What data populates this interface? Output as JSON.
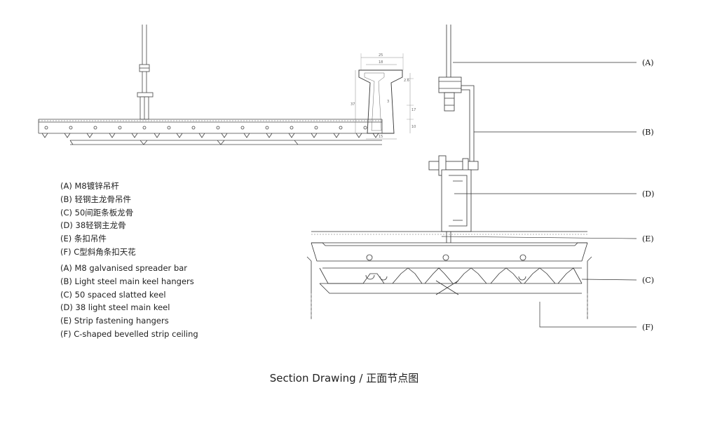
{
  "legend_cn": [
    {
      "code": "(A)",
      "text": "M8镀锌吊杆"
    },
    {
      "code": "(B)",
      "text": "轻钢主龙骨吊件"
    },
    {
      "code": "(C)",
      "text": "50间距条板龙骨"
    },
    {
      "code": "(D)",
      "text": "38轻钢主龙骨"
    },
    {
      "code": "(E)",
      "text": "条扣吊件"
    },
    {
      "code": "(F)",
      "text": "C型斜角条扣天花"
    }
  ],
  "legend_en": [
    {
      "code": "(A)",
      "text": "M8 galvanised spreader bar"
    },
    {
      "code": "(B)",
      "text": "Light steel main keel hangers"
    },
    {
      "code": "(C)",
      "text": "50 spaced slatted keel"
    },
    {
      "code": "(D)",
      "text": "38 light steel main keel"
    },
    {
      "code": "(E)",
      "text": "Strip fastening hangers"
    },
    {
      "code": "(F)",
      "text": "C-shaped bevelled strip ceiling"
    }
  ],
  "callouts": {
    "a": "(A)",
    "b": "(B)",
    "c": "(C)",
    "d": "(D)",
    "e": "(E)",
    "f": "(F)"
  },
  "profile_dims": {
    "top_width": "25",
    "inner_width": "18",
    "top_right": "2.6",
    "height": "37",
    "side": "3",
    "right_mid": "17",
    "right_lower": "10",
    "bottom_width": "15"
  },
  "caption": "Section Drawing / 正面节点图"
}
